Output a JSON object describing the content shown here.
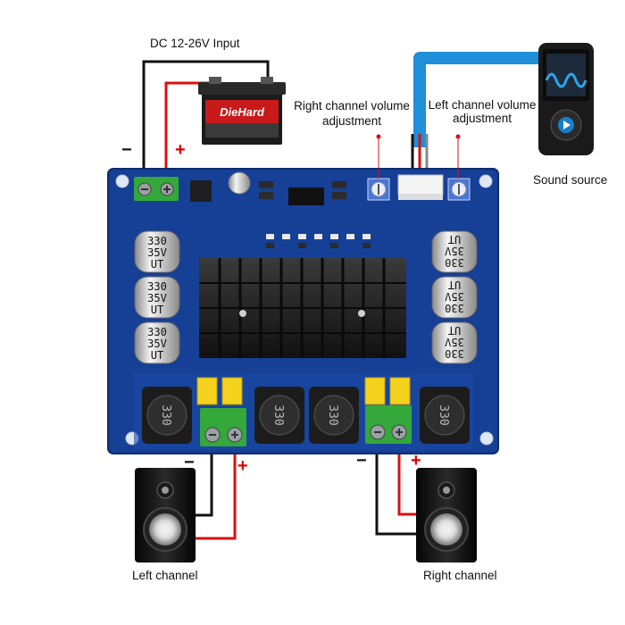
{
  "labels": {
    "power_input": "DC 12-26V Input",
    "right_volume": "Right channel volume\nadjustment",
    "left_volume": "Left channel volume\nadjustment",
    "sound_source": "Sound source",
    "left_channel": "Left channel",
    "right_channel": "Right channel"
  },
  "polarity": {
    "minus": "−",
    "plus": "+"
  },
  "battery": {
    "brand": "DieHard"
  },
  "capacitor": {
    "line1": "330",
    "line2": "35V",
    "line3": "UT"
  },
  "inductor": {
    "text": "330"
  },
  "colors": {
    "board": "#163f96",
    "wire_positive": "#d81010",
    "wire_negative": "#111111",
    "audio_cable": "#1e8fd8",
    "terminal_green": "#34a83a",
    "cap_yellow": "#f4d21e"
  }
}
